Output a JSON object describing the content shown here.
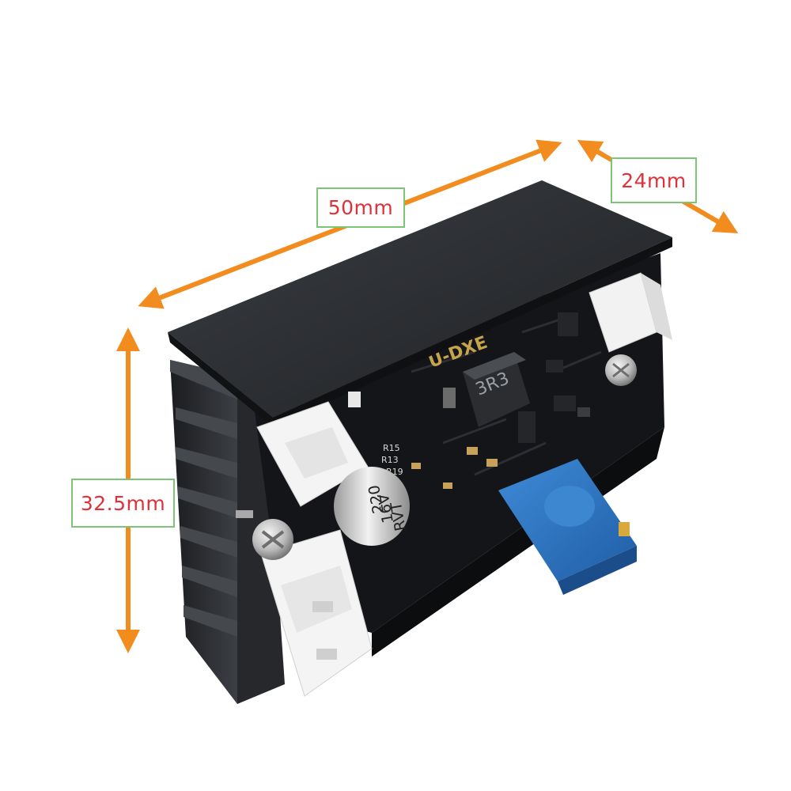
{
  "dimensions": {
    "length": "50mm",
    "width": "24mm",
    "height": "32.5mm"
  },
  "components": {
    "capacitor_value": "220",
    "capacitor_voltage": "16V",
    "capacitor_brand": "RVT",
    "inductor_marking": "3R3",
    "resistor_labels": [
      "R15",
      "R13",
      "R19"
    ]
  },
  "colors": {
    "arrow": "#f28c1e",
    "label_border": "#7cc576",
    "label_text": "#e0313b",
    "heatsink": "#2a2c2f",
    "pcb": "#141518",
    "trimmer": "#2f79c4"
  }
}
